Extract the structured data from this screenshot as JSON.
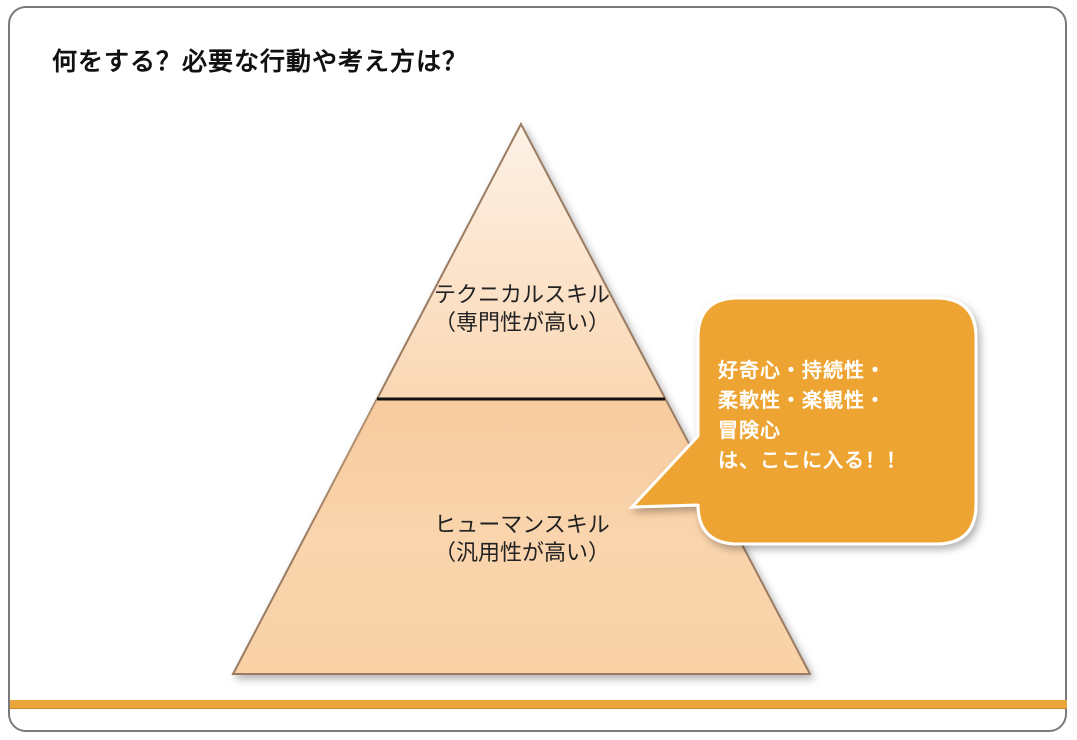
{
  "slide": {
    "title": "何をする？必要な行動や考え方は？"
  },
  "pyramid": {
    "top": {
      "line1": "テクニカルスキル",
      "line2": "（専門性が高い）"
    },
    "bottom": {
      "line1": "ヒューマンスキル",
      "line2": "（汎用性が高い）"
    }
  },
  "callout": {
    "lines": [
      "好奇心・持続性・",
      "柔軟性・楽観性・",
      "冒険心",
      "は、ここに入る！！"
    ]
  },
  "colors": {
    "accent": "#e9a43a",
    "bubble": "#eea431",
    "pyramid_light": "#fce8d4",
    "pyramid_mid": "#f9cfa2"
  }
}
